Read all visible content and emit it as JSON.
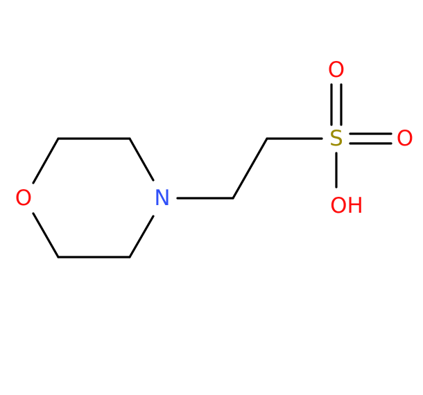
{
  "molecule": {
    "atoms": {
      "ring_oxygen": {
        "symbol": "O",
        "color": "#ff0d0d"
      },
      "ring_nitrogen": {
        "symbol": "N",
        "color": "#3050f8"
      },
      "sulfur": {
        "symbol": "S",
        "color": "#9a8a00"
      },
      "sulfonyl_oxygen_top": {
        "symbol": "O",
        "color": "#ff0d0d"
      },
      "sulfonyl_oxygen_right": {
        "symbol": "O",
        "color": "#ff0d0d"
      },
      "hydroxyl": {
        "symbol": "OH",
        "color": "#ff0d0d"
      }
    },
    "bond_color": "#000000"
  }
}
